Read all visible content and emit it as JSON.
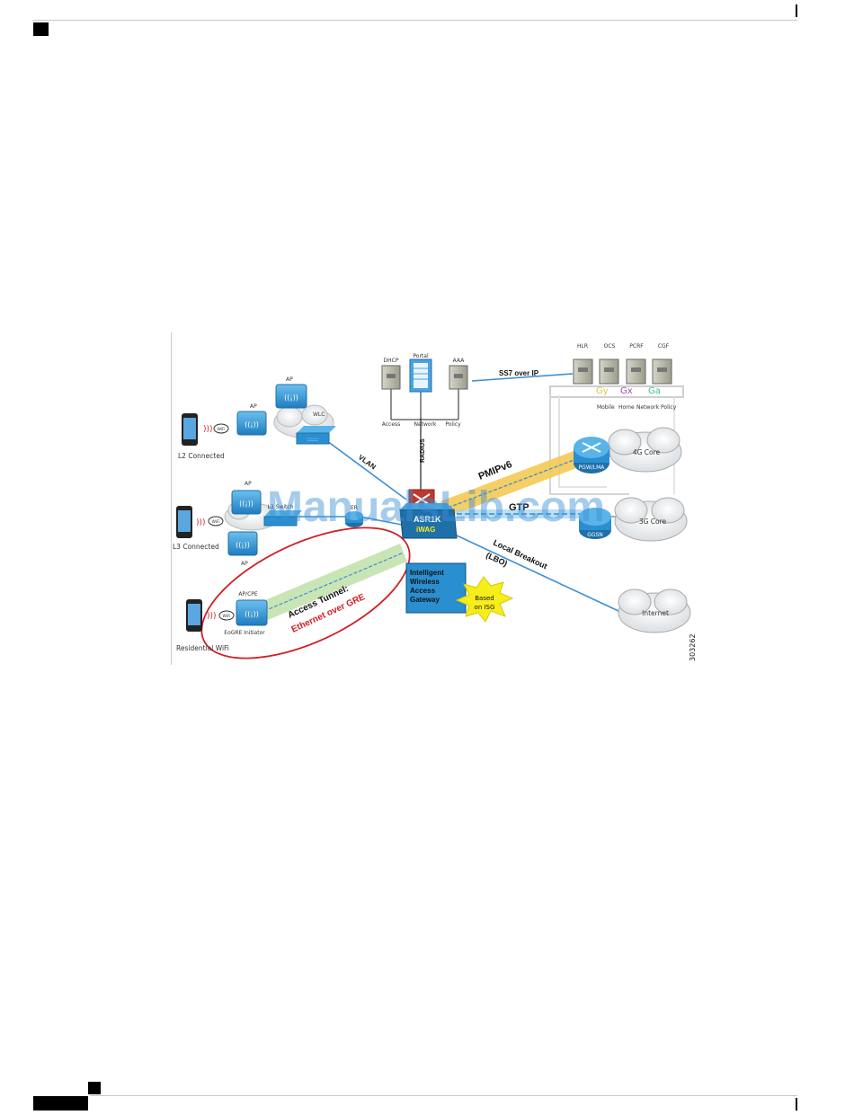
{
  "diagram": {
    "figure_number": "303262",
    "watermark": "ManualsLib.com",
    "devices": {
      "phone_l2": "L2 Connected",
      "phone_l3": "L3 Connected",
      "phone_residential": "Residential WiFi",
      "ap_top": "AP",
      "ap_left": "AP",
      "wlc": "WLC",
      "ap_l3_top": "AP",
      "ap_l3_bottom": "AP",
      "l3_switch": "L3 Switch",
      "router": "ER",
      "ap_cpe": "AP/CPE",
      "eogre_initiator": "EoGRE Initiator",
      "dhcp": "DHCP",
      "portal": "Portal",
      "aaa": "AAA",
      "hlr": "HLR",
      "ocs": "OCS",
      "pcrf": "PCRF",
      "cgf": "CGF",
      "pgw": "PGW/LMA",
      "ggsn": "GGSN",
      "asr1k": "ASR1K",
      "iwag": "iWAG"
    },
    "wifi_badge": "WiFi",
    "links": {
      "vlan": "VLAN",
      "radius": "RADIUS",
      "ss7": "SS7 over IP",
      "pmipv6": "PMIPv6",
      "gtp": "GTP",
      "local_breakout": "Local Breakout",
      "lbo": "(LBO)",
      "access_tunnel": "Access Tunnel:",
      "eogre": "Ethernet over GRE",
      "gy": "Gy",
      "gx": "Gx",
      "ga": "Ga"
    },
    "policy_labels": {
      "access": "Access",
      "network": "Network",
      "policy": "Policy",
      "mobile": "Mobile",
      "home": "Home",
      "network2": "Network",
      "policy2": "Policy"
    },
    "clouds": {
      "core4g": "4G Core",
      "core3g": "3G Core",
      "internet": "Internet"
    },
    "callout": {
      "line1": "Intelligent",
      "line2": "Wireless",
      "line3": "Access",
      "line4": "Gateway"
    },
    "starburst": {
      "line1": "Based",
      "line2": "on ISG"
    },
    "colors": {
      "device_blue": "#2a8fd0",
      "link_blue": "#3b8fd6",
      "tunnel_orange": "#f3c64a",
      "tunnel_green": "#bfe0a8",
      "ellipse_red": "#d21f26",
      "asr_red": "#c0392b",
      "star_yellow": "#f5ee1a",
      "server_gray": "#b9b9a9"
    }
  }
}
